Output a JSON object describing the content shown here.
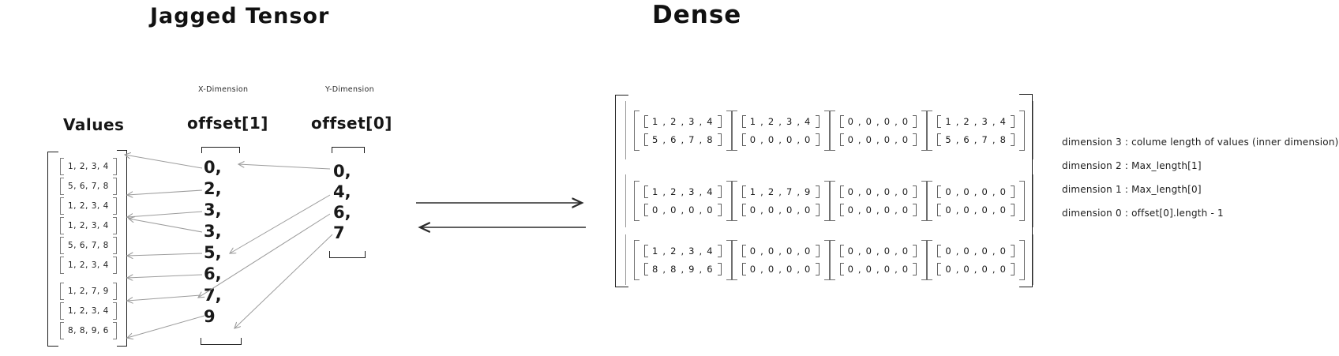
{
  "titles": {
    "jagged": "Jagged Tensor",
    "dense": "Dense"
  },
  "jagged": {
    "values": {
      "label": "Values",
      "rows": [
        "1, 2, 3, 4",
        "5, 6, 7, 8",
        "1, 2, 3, 4",
        "1, 2, 3, 4",
        "5, 6, 7, 8",
        "1, 2, 3, 4",
        "1, 2, 7, 9",
        "1, 2, 3, 4",
        "8, 8, 9, 6"
      ]
    },
    "offset_x": {
      "dim_label": "X-Dimension",
      "label": "offset[1]",
      "values": [
        "0,",
        "2,",
        "3,",
        "3,",
        "5,",
        "6,",
        "7,",
        "9"
      ]
    },
    "offset_y": {
      "dim_label": "Y-Dimension",
      "label": "offset[0]",
      "values": [
        "0,",
        "4,",
        "6,",
        "7"
      ]
    }
  },
  "dense": {
    "rows": [
      [
        [
          "1 , 2 , 3 , 4",
          "5 , 6 , 7 , 8"
        ],
        [
          "1 , 2 , 3 , 4",
          "0 , 0 , 0 , 0"
        ],
        [
          "0 , 0 , 0 , 0",
          "0 , 0 , 0 , 0"
        ],
        [
          "1 , 2 , 3 , 4",
          "5 , 6 , 7 , 8"
        ]
      ],
      [
        [
          "1 , 2 , 3 , 4",
          "0 , 0 , 0 , 0"
        ],
        [
          "1 , 2 , 7 , 9",
          "0 , 0 , 0 , 0"
        ],
        [
          "0 , 0 , 0 , 0",
          "0 , 0 , 0 , 0"
        ],
        [
          "0 , 0 , 0 , 0",
          "0 , 0 , 0 , 0"
        ]
      ],
      [
        [
          "1 , 2 , 3 , 4",
          "8 , 8 , 9 , 6"
        ],
        [
          "0 , 0 , 0 , 0",
          "0 , 0 , 0 , 0"
        ],
        [
          "0 , 0 , 0 , 0",
          "0 , 0 , 0 , 0"
        ],
        [
          "0 , 0 , 0 , 0",
          "0 , 0 , 0 , 0"
        ]
      ]
    ]
  },
  "annotations": {
    "lines": [
      "dimension 3 : colume length of values (inner dimension)",
      "dimension 2 : Max_length[1]",
      "dimension 1 : Max_length[0]",
      "dimension 0 : offset[0].length - 1"
    ]
  },
  "colors": {
    "ink": "#1e1e1e",
    "arrow_gray": "#9c9c9c",
    "bracket_gray": "#989898"
  }
}
